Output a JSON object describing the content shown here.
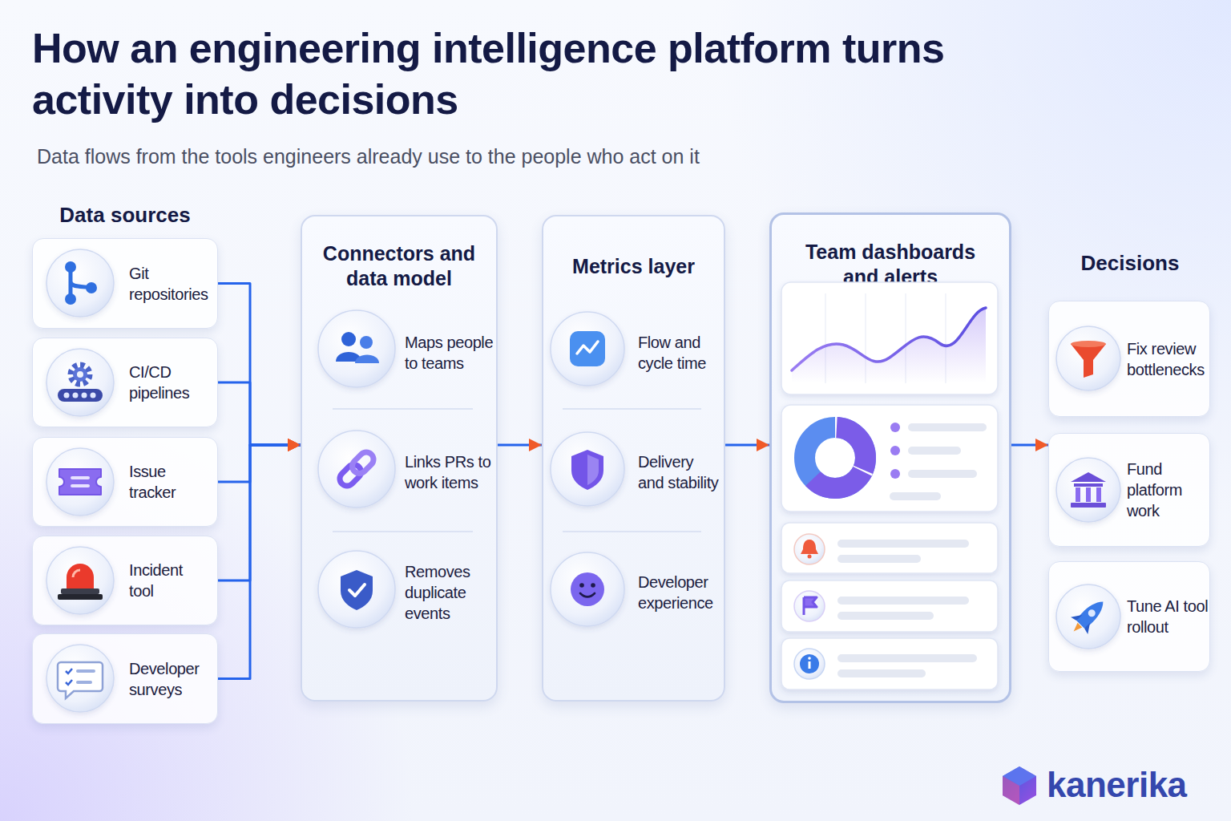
{
  "diagram": {
    "title": "How an engineering intelligence platform turns activity into decisions",
    "caption": "Data flows from the tools engineers already use to the people who act on it",
    "nodes": [
      {
        "text": [
          "Git repositories"
        ]
      },
      {
        "text": [
          "CI/CD pipelines"
        ]
      },
      {
        "text": [
          "Issue tracker"
        ]
      },
      {
        "text": [
          "Incident tool"
        ]
      },
      {
        "text": [
          "Developer surveys"
        ]
      },
      {
        "text": [
          "Connectors and data model"
        ]
      },
      {
        "text": [
          "Maps people to teams"
        ],
        "in": 5
      },
      {
        "text": [
          "Links PRs to work items"
        ],
        "in": 5
      },
      {
        "text": [
          "Removes duplicate events"
        ],
        "in": 5
      },
      {
        "text": [
          "Metrics layer"
        ]
      },
      {
        "text": [
          "Flow and cycle time"
        ],
        "in": 9
      },
      {
        "text": [
          "Delivery and stability"
        ],
        "in": 9
      },
      {
        "text": [
          "Developer experience"
        ],
        "in": 9
      },
      {
        "text": [
          "Team dashboards and alerts"
        ]
      },
      {
        "text": [
          "Fix review bottlenecks"
        ]
      },
      {
        "text": [
          "Fund platform work"
        ]
      },
      {
        "text": [
          "Tune AI tool rollout"
        ]
      }
    ],
    "edges": [
      {
        "from": 0,
        "to": 5,
        "arrow": "to"
      },
      {
        "from": 1,
        "to": 5,
        "arrow": "to"
      },
      {
        "from": 2,
        "to": 5,
        "arrow": "to"
      },
      {
        "from": 3,
        "to": 5,
        "arrow": "to"
      },
      {
        "from": 4,
        "to": 5,
        "arrow": "to"
      },
      {
        "from": 5,
        "to": 9,
        "arrow": "to"
      },
      {
        "from": 9,
        "to": 13,
        "arrow": "to"
      },
      {
        "from": 13,
        "to": 15,
        "arrow": "to"
      }
    ],
    "labels": [
      "Data sources",
      "Decisions",
      "kanerika"
    ]
  }
}
